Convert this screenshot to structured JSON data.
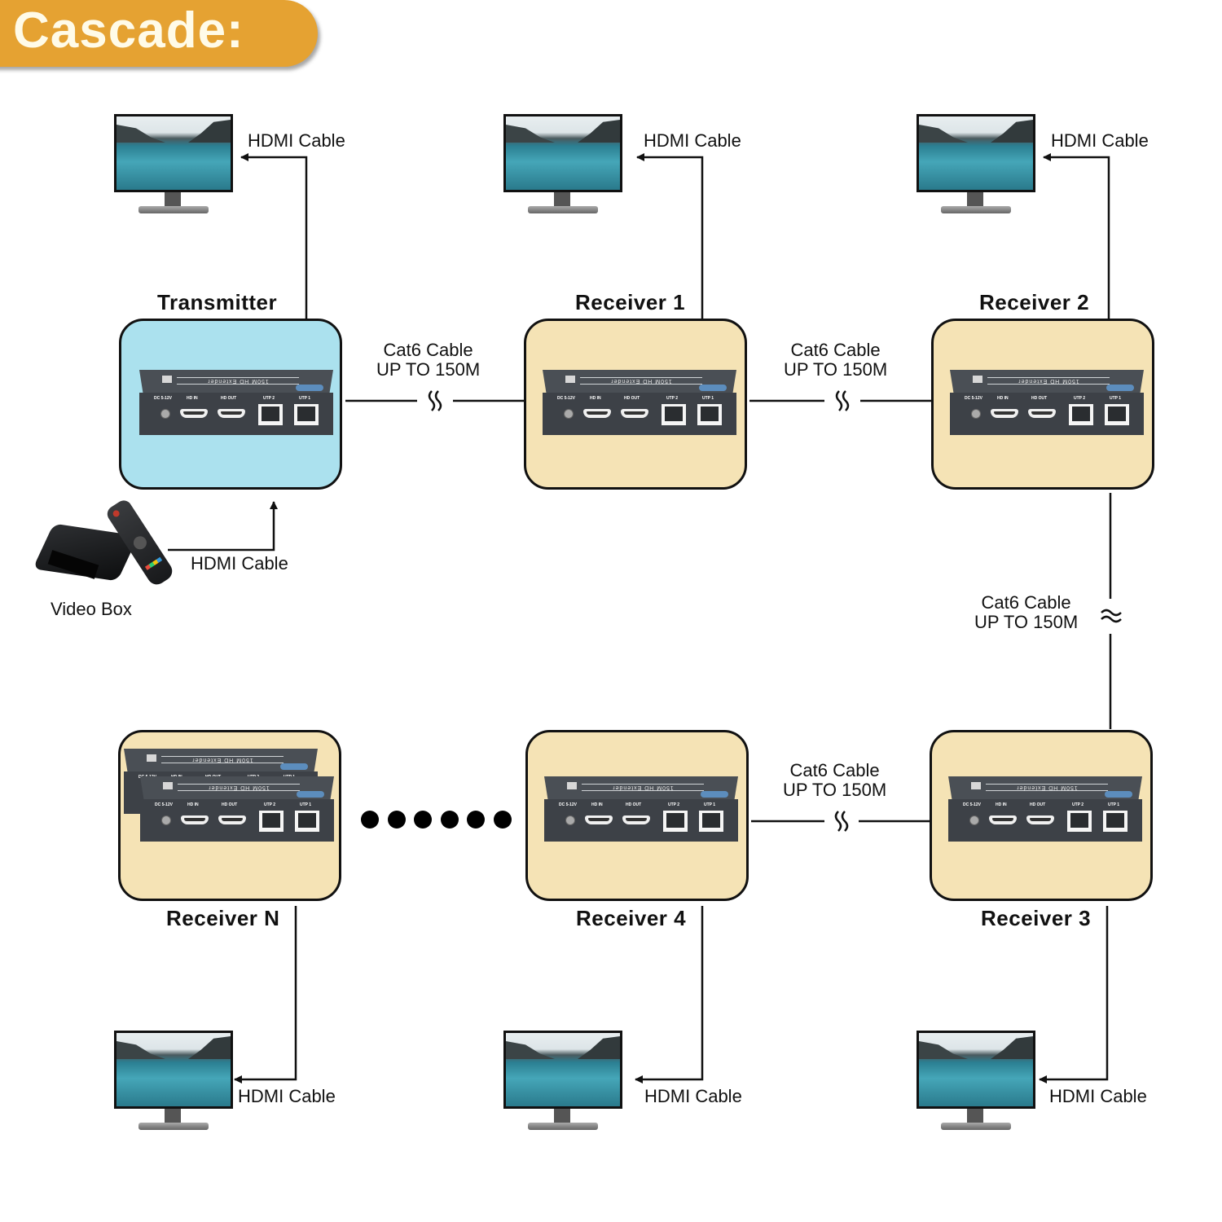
{
  "title": "Cascade:",
  "colors": {
    "title_bg": "#e5a232",
    "transmitter_bg": "#abe1ee",
    "receiver_bg": "#f5e3b5",
    "line": "#111111"
  },
  "device": {
    "brand_text": "150M HD Extender",
    "ports": [
      "DC 5-12V",
      "HD IN",
      "HD OUT",
      "UTP 2",
      "UTP 1"
    ]
  },
  "nodes": [
    {
      "id": "transmitter",
      "label": "Transmitter",
      "type": "transmitter"
    },
    {
      "id": "receiver-1",
      "label": "Receiver 1",
      "type": "receiver"
    },
    {
      "id": "receiver-2",
      "label": "Receiver 2",
      "type": "receiver"
    },
    {
      "id": "receiver-3",
      "label": "Receiver 3",
      "type": "receiver"
    },
    {
      "id": "receiver-4",
      "label": "Receiver 4",
      "type": "receiver"
    },
    {
      "id": "receiver-n",
      "label": "Receiver N",
      "type": "receiver"
    }
  ],
  "cables": {
    "cat6_line1": "Cat6 Cable",
    "cat6_line2": "UP TO 150M",
    "hdmi": "HDMI Cable"
  },
  "source": {
    "label": "Video Box",
    "cable": "HDMI Cable"
  },
  "ellipsis_dots": 6
}
